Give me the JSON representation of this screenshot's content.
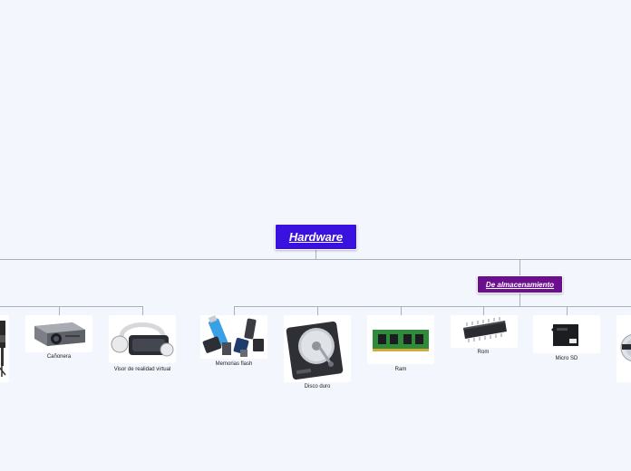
{
  "colors": {
    "background": "#f4f6fe",
    "root_fill": "#3a12e0",
    "subtopic_fill": "#6b0f8e",
    "line": "#a9b0bd"
  },
  "root": {
    "label": "Hardware"
  },
  "subtopic": {
    "label": "De almacenamiento"
  },
  "items": [
    {
      "id": "camera",
      "label": "",
      "icon": "camera-icon"
    },
    {
      "id": "canonera",
      "label": "Cañonera",
      "icon": "projector-icon"
    },
    {
      "id": "visor",
      "label": "Visor de realidad virtual",
      "icon": "vr-headset-icon"
    },
    {
      "id": "memorias",
      "label": "Memorias flash",
      "icon": "usb-flash-drives-icon"
    },
    {
      "id": "disco",
      "label": "Disco duro",
      "icon": "hard-disk-icon"
    },
    {
      "id": "ram",
      "label": "Ram",
      "icon": "ram-module-icon"
    },
    {
      "id": "rom",
      "label": "Rom",
      "icon": "rom-chip-icon"
    },
    {
      "id": "microsd",
      "label": "Micro SD",
      "icon": "micro-sd-icon"
    },
    {
      "id": "dvd",
      "label": "",
      "icon": "dvd-disc-icon"
    }
  ]
}
